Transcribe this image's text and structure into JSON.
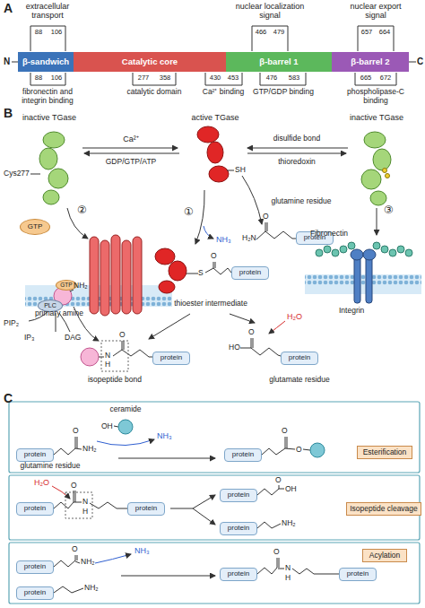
{
  "diagram": {
    "nodes": [
      {
        "text": [
          "β-sandwich"
        ]
      },
      {
        "text": [
          "Catalytic core"
        ]
      },
      {
        "text": [
          "β-barrel 1"
        ]
      },
      {
        "text": [
          "β-barrel 2"
        ]
      },
      {
        "text": [
          "GTP"
        ]
      },
      {
        "text": [
          "GTP"
        ]
      },
      {
        "text": [
          "PLC"
        ]
      },
      {
        "text": [
          "protein"
        ]
      },
      {
        "text": [
          "protein"
        ]
      },
      {
        "text": [
          "protein"
        ]
      },
      {
        "text": [
          "protein"
        ]
      },
      {
        "text": [
          "protein"
        ]
      },
      {
        "text": [
          "protein"
        ]
      },
      {
        "text": [
          "Esterification"
        ]
      },
      {
        "text": [
          "protein"
        ]
      },
      {
        "text": [
          "protein"
        ]
      },
      {
        "text": [
          "protein"
        ]
      },
      {
        "text": [
          "protein"
        ]
      },
      {
        "text": [
          "Isopeptide cleavage"
        ]
      },
      {
        "text": [
          "protein"
        ]
      },
      {
        "text": [
          "protein"
        ]
      },
      {
        "text": [
          "protein"
        ]
      },
      {
        "text": [
          "protein"
        ]
      },
      {
        "text": [
          "Acylation"
        ]
      }
    ],
    "labels": [
      "A",
      "N",
      "C",
      "extracellular transport",
      "88",
      "106",
      "nuclear localization signal",
      "466",
      "479",
      "nuclear export signal",
      "657",
      "664",
      "88",
      "106",
      "fibronectin and integrin binding",
      "277",
      "358",
      "catalytic domain",
      "430",
      "453",
      "Ca²⁺ binding",
      "476",
      "583",
      "GTP/GDP binding",
      "665",
      "672",
      "phospholipase-C binding",
      "B",
      "inactive TGase",
      "Cys277",
      "Ca²⁺",
      "GDP/GTP/ATP",
      "active TGase",
      "inactive TGase",
      "disulfide bond",
      "thioredoxin",
      "②",
      "PIP₂",
      "IP₃",
      "DAG",
      "SH",
      "glutamine residue",
      "H₂N",
      "O",
      "①",
      "NH₃",
      "S",
      "O",
      "thioester intermediate",
      "NH₂",
      "primary amine",
      "H₂O",
      "O",
      "N",
      "H",
      "isopeptide bond",
      "O",
      "HO",
      "glutamate residue",
      "③",
      "Fibronectin",
      "Integrin",
      "C",
      "ceramide",
      "OH",
      "O",
      "NH₂",
      "glutamine residue",
      "NH₃",
      "O",
      "O",
      "H₂O",
      "O",
      "N",
      "H",
      "O",
      "OH",
      "NH₂",
      "O",
      "NH₂",
      "NH₃",
      "NH₂",
      "O",
      "N",
      "H"
    ]
  }
}
